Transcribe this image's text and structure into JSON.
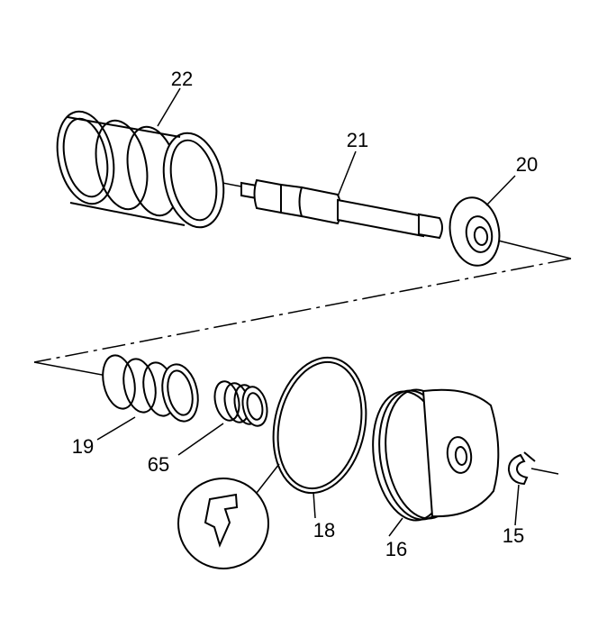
{
  "callouts": {
    "c22": "22",
    "c21": "21",
    "c20": "20",
    "c19": "19",
    "c65": "65",
    "c18": "18",
    "c16": "16",
    "c15": "15"
  },
  "colors": {
    "ink": "#000000",
    "paper": "#ffffff"
  }
}
